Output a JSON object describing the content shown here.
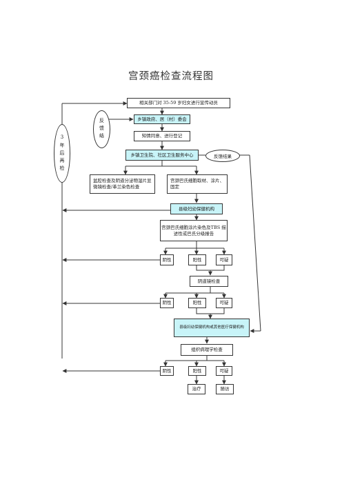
{
  "title": "宫颈癌检查流程图",
  "nodes": {
    "n1": "相关部门对 35-59 岁妇女进行宣传动员",
    "n2": "乡镇政府、居（村）委会",
    "n3": "知情同意、进行登记",
    "n4": "乡镇卫生院、社区卫生服务中心",
    "n5a": "盆腔检查及阴道分泌物湿片显微镜检查/革兰染色检查",
    "n5b": "宫颈巴氏细胞取材、涂片、固定",
    "n6": "县级妇幼保健机构",
    "n7": "宫颈巴氏细胞涂片染色及TBS 描述性或巴氏分级报告",
    "r1": [
      "阴性",
      "阳性",
      "可疑"
    ],
    "n8": "阴道镜检查",
    "r2": [
      "阴性",
      "阳性",
      "可疑"
    ],
    "n9": "县级妇幼保健机构或其他医疗保健机构",
    "n10": "组织病理学检查",
    "r3": [
      "阴性",
      "阳性",
      "可疑"
    ],
    "treat": "治疗",
    "follow": "随访"
  },
  "ovals": {
    "feedback_left": "反馈结",
    "feedback_right": "反馈结果",
    "recheck": "3年后再检"
  },
  "colors": {
    "highlight": "#c8f4f8",
    "line": "#333333"
  }
}
